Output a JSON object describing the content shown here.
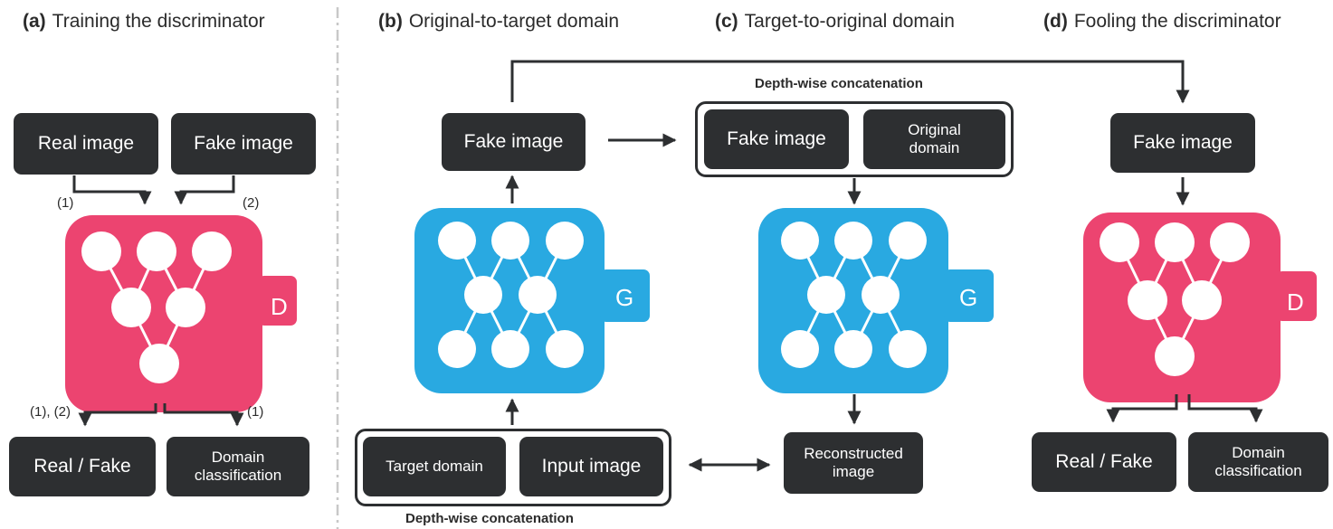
{
  "colors": {
    "discriminator": "#ec4470",
    "generator": "#29a9e1",
    "box": "#2d2f31",
    "divider": "#c8c8c8"
  },
  "panels": {
    "a": {
      "letter": "(a)",
      "title": "Training the discriminator",
      "real_image": "Real image",
      "fake_image": "Fake image",
      "network_label": "D",
      "step_real_in": "(1)",
      "step_fake_in": "(2)",
      "step_out_left": "(1), (2)",
      "step_out_right": "(1)",
      "out_real_fake": "Real / Fake",
      "out_domain": "Domain classification"
    },
    "b": {
      "letter": "(b)",
      "title": "Original-to-target domain",
      "fake_image": "Fake image",
      "network_label": "G",
      "target_domain": "Target domain",
      "input_image": "Input image",
      "concat_label": "Depth-wise concatenation"
    },
    "c": {
      "letter": "(c)",
      "title": "Target-to-original domain",
      "concat_label": "Depth-wise concatenation",
      "fake_image": "Fake image",
      "original_domain": "Original domain",
      "network_label": "G",
      "reconstructed": "Reconstructed image"
    },
    "d": {
      "letter": "(d)",
      "title": "Fooling the discriminator",
      "fake_image": "Fake image",
      "network_label": "D",
      "out_real_fake": "Real / Fake",
      "out_domain": "Domain classification"
    }
  }
}
